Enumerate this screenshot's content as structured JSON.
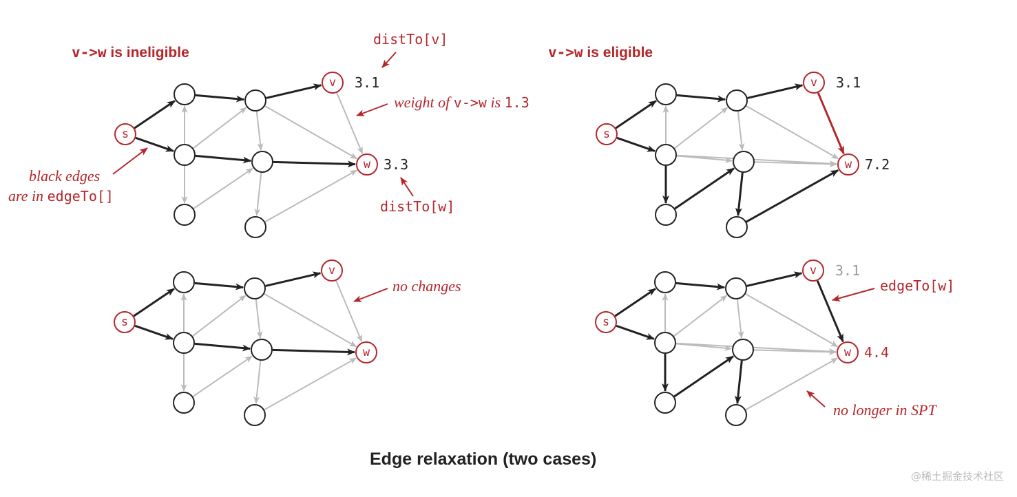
{
  "colors": {
    "accent": "#b5262b",
    "tree_edge": "#222222",
    "other_edge": "#bbbbbb",
    "relaxed_edge": "#b5262b",
    "muted_text": "#999999"
  },
  "node_labels": {
    "s": "s",
    "v": "v",
    "w": "w"
  },
  "panels": [
    {
      "id": "ineligible-before",
      "heading": {
        "mono": "v->w",
        "text": " is ineligible"
      },
      "dist_v": "3.1",
      "dist_v_muted": false,
      "dist_w": "3.3",
      "tree_edges": [
        "s-a",
        "s-b",
        "a-c",
        "c-v",
        "b-d",
        "d-w"
      ],
      "red_edges": [],
      "gray_edges": [
        "v-w",
        "b-a",
        "b-e",
        "b-c",
        "c-d",
        "c-w",
        "d-f",
        "e-d",
        "f-w"
      ]
    },
    {
      "id": "eligible-before",
      "heading": {
        "mono": "v->w",
        "text": " is eligible"
      },
      "dist_v": "3.1",
      "dist_v_muted": false,
      "dist_w": "7.2",
      "tree_edges": [
        "s-a",
        "s-b",
        "a-c",
        "c-v",
        "b-e",
        "e-d",
        "d-f",
        "f-w"
      ],
      "red_edges": [
        "v-w"
      ],
      "gray_edges": [
        "b-a",
        "b-d",
        "b-c",
        "b-w",
        "c-d",
        "c-w",
        "d-w"
      ]
    },
    {
      "id": "ineligible-after",
      "heading": null,
      "dist_v": "",
      "dist_v_muted": false,
      "dist_w": "",
      "tree_edges": [
        "s-a",
        "s-b",
        "a-c",
        "c-v",
        "b-d",
        "d-w"
      ],
      "red_edges": [],
      "gray_edges": [
        "v-w",
        "b-a",
        "b-e",
        "b-c",
        "c-d",
        "c-w",
        "d-f",
        "e-d",
        "f-w"
      ]
    },
    {
      "id": "eligible-after",
      "heading": null,
      "dist_v": "3.1",
      "dist_v_muted": true,
      "dist_w": "4.4",
      "tree_edges": [
        "s-a",
        "s-b",
        "a-c",
        "c-v",
        "v-w",
        "b-e",
        "e-d",
        "d-f"
      ],
      "red_edges": [],
      "gray_edges": [
        "b-a",
        "b-d",
        "b-c",
        "b-w",
        "c-d",
        "c-w",
        "d-w",
        "f-w"
      ]
    }
  ],
  "annotations": {
    "distto_v": "distTo[v]",
    "weight_prefix": "weight of ",
    "weight_mono": "v->w",
    "weight_mid": " is ",
    "weight_value": "1.3",
    "black_edges_line1": "black edges",
    "black_edges_line2_prefix": "are in ",
    "black_edges_line2_mono": "edgeTo[]",
    "distto_w": "distTo[w]",
    "no_changes": "no changes",
    "edgeto_w": "edgeTo[w]",
    "no_longer": "no longer in SPT"
  },
  "caption": "Edge relaxation (two cases)",
  "watermark": "@稀土掘金技术社区"
}
